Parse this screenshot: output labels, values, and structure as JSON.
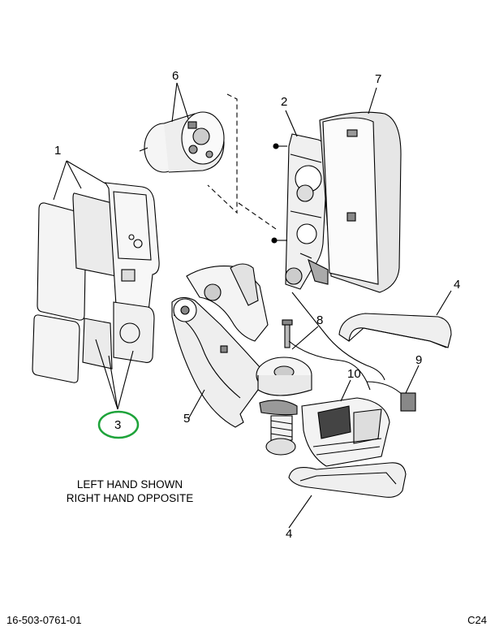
{
  "callouts": {
    "c1": "1",
    "c2": "2",
    "c3": "3",
    "c4a": "4",
    "c4b": "4",
    "c5": "5",
    "c6": "6",
    "c7": "7",
    "c8": "8",
    "c9": "9",
    "c10": "10"
  },
  "note": {
    "line1": "LEFT HAND SHOWN",
    "line2": "RIGHT HAND OPPOSITE"
  },
  "footer": {
    "part_number": "16-503-0761-01",
    "page_code": "C24"
  },
  "highlight": {
    "callout": "3",
    "color": "#1ea33a"
  },
  "colors": {
    "line": "#000000",
    "fill_light": "#f2f2f2",
    "fill_mid": "#d9d9d9",
    "fill_dark": "#8c8c8c"
  }
}
